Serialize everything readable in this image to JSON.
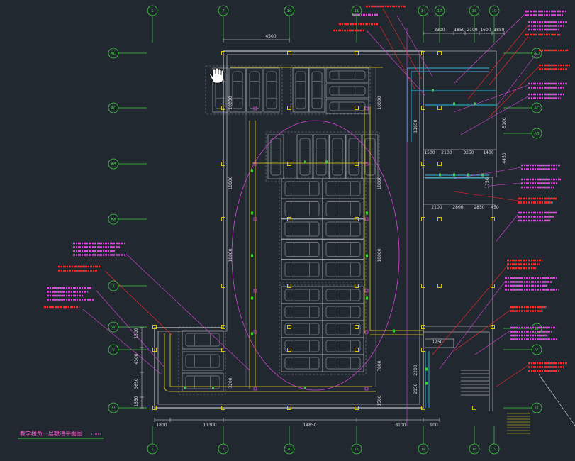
{
  "title": {
    "text": "教学楼负一层暖通平面图",
    "scale": "1:100"
  },
  "grid": {
    "top": [
      "1",
      "7",
      "10",
      "11",
      "14",
      "17",
      "18",
      "19"
    ],
    "bottom": [
      "1",
      "7",
      "10",
      "11",
      "14",
      "18",
      "19"
    ],
    "left": [
      "AD",
      "AC",
      "AB",
      "AA",
      "X",
      "W",
      "V",
      "U"
    ],
    "right": [
      "AD",
      "AC",
      "AB",
      "W",
      "V",
      "U"
    ]
  },
  "dims": {
    "top": [
      "4500"
    ],
    "top_right": [
      "3300",
      "1850",
      "2100",
      "1600",
      "1850"
    ],
    "bottom": [
      "1800",
      "11300",
      "14850",
      "8100",
      "900"
    ],
    "left": [
      "1500",
      "4300",
      "3650",
      "1550"
    ],
    "inner_left": [
      "10000",
      "10000",
      "10000",
      "3200"
    ],
    "inner_right": [
      "10000",
      "10000",
      "10000",
      "7800",
      "1500"
    ],
    "right_row1": [
      "1500",
      "2100",
      "3250",
      "1400"
    ],
    "right_row2": [
      "2100",
      "2800",
      "2850",
      "450"
    ],
    "right_vertical": [
      "11650",
      "5100",
      "4450",
      "1750",
      "2200",
      "2150"
    ],
    "right_misc": [
      "1250"
    ]
  },
  "colors": {
    "background": "#212830",
    "grid": "#3ccf3c",
    "wall": "#e4e6e8",
    "stall": "#bfc3c8",
    "frame": "#7d8289",
    "column": "#e8d21c",
    "duct_yellow": "#e8d21c",
    "duct_magenta": "#d844dc",
    "duct_cyan": "#2fb6e0",
    "annotation_red": "#ff2a2a",
    "annotation_magenta": "#e048e0",
    "dim_text": "#dcdcdc",
    "title": "#ff5ad2"
  },
  "icons": {
    "cursor": "hand-pan-icon"
  }
}
